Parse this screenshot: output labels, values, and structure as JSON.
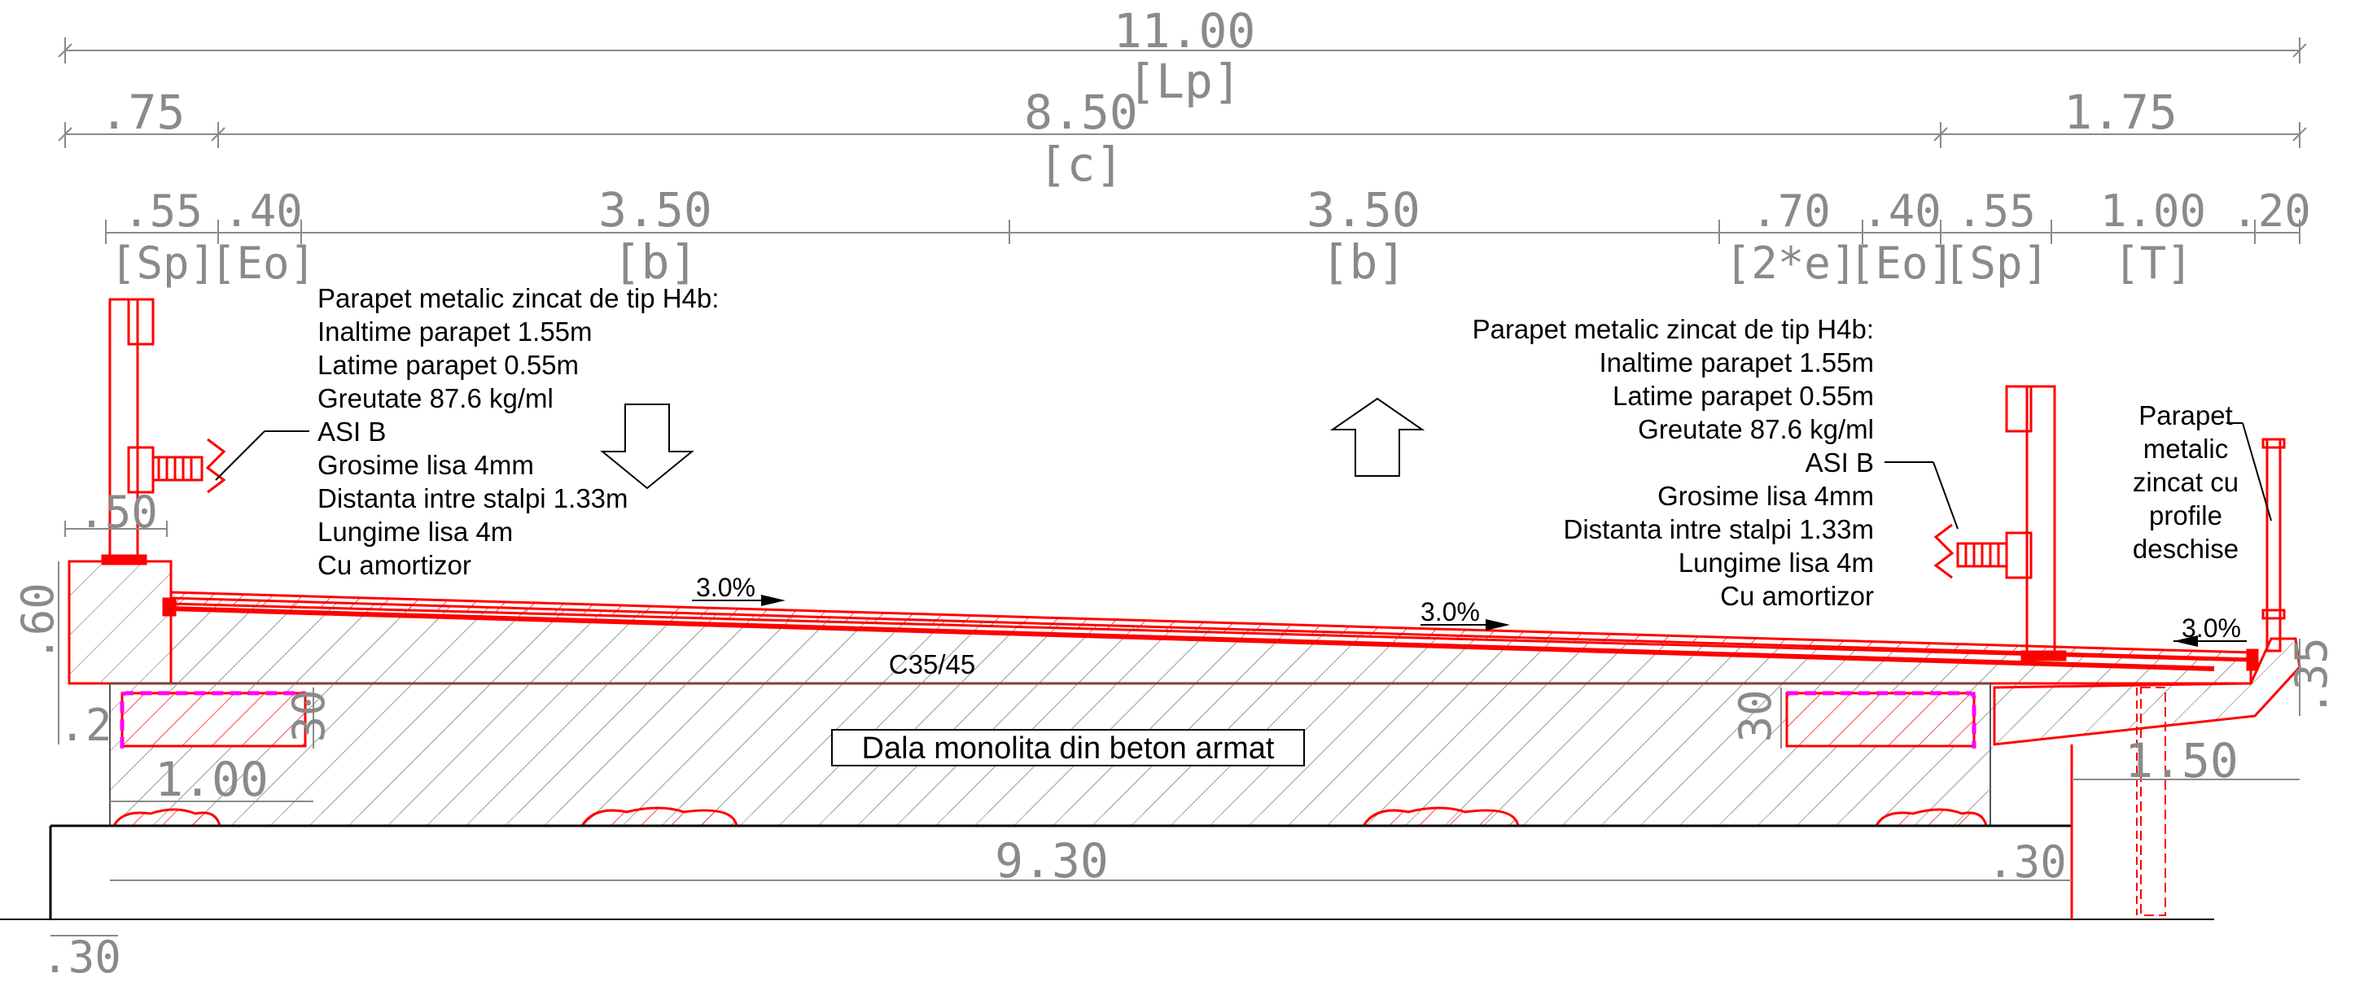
{
  "dimensions": {
    "total_width": "11.00",
    "total_width_label": "[Lp]",
    "left_overhang": ".75",
    "carriageway": "8.50",
    "carriageway_label": "[c]",
    "right_overhang": "1.75",
    "left_sp": ".55",
    "left_sp_label": "[Sp]",
    "left_eo": ".40",
    "left_eo_label": "[Eo]",
    "lane_left": "3.50",
    "lane_left_label": "[b]",
    "lane_right": "3.50",
    "lane_right_label": "[b]",
    "right_2e": ".70",
    "right_2e_label": "[2*e]",
    "right_eo": ".40",
    "right_eo_label": "[Eo]",
    "right_sp": ".55",
    "right_sp_label": "[Sp]",
    "right_t": "1.00",
    "right_t_label": "[T]",
    "right_edge": ".20",
    "curb_width": ".50",
    "curb_height": ".60",
    "left_2": ".2",
    "left_30": "30",
    "right_30": "30",
    "left_100": "1.00",
    "right_35": ".35",
    "right_150": "1.50",
    "bottom_930": "9.30",
    "bottom_30_right": ".30",
    "bottom_30_left": ".30"
  },
  "notes_left": [
    "Parapet metalic zincat de tip H4b:",
    "Inaltime parapet 1.55m",
    "Latime parapet 0.55m",
    "Greutate 87.6 kg/ml",
    "ASI B",
    "Grosime lisa 4mm",
    "Distanta intre stalpi 1.33m",
    "Lungime lisa 4m",
    "Cu amortizor"
  ],
  "notes_right": [
    "Parapet metalic zincat de tip H4b:",
    "Inaltime parapet 1.55m",
    "Latime parapet 0.55m",
    "Greutate 87.6 kg/ml",
    "ASI B",
    "Grosime lisa 4mm",
    "Distanta intre stalpi 1.33m",
    "Lungime lisa 4m",
    "Cu amortizor"
  ],
  "notes_far_right": [
    "Parapet",
    "metalic",
    "zincat cu",
    "profile",
    "deschise"
  ],
  "slopes": {
    "left": "3.0%",
    "middle": "3.0%",
    "right": "3.0%"
  },
  "concrete_class": "C35/45",
  "slab_label": "Dala monolita din beton armat",
  "colors": {
    "structure": "#ff0000",
    "dimension": "#8a8a8a",
    "hatch": "#9a9a9a",
    "drainage": "#ff00ff"
  }
}
